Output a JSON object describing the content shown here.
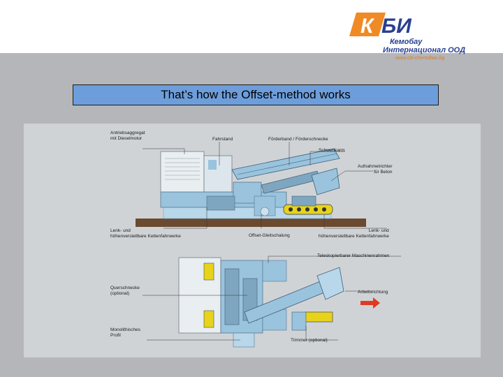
{
  "logo": {
    "brand": "КБИ",
    "line1": "Кемобау",
    "line2": "Интернационал ООД",
    "url": "www.cbi-chemobau.bg"
  },
  "title": "That’s how the Offset-method works",
  "side_view": {
    "labels": {
      "drive_unit_l1": "Antriebsaggregat",
      "drive_unit_l2": "mit Dieselmotor",
      "operator_stand": "Fahrstand",
      "conveyor": "Förderband / Förderschnecke",
      "swivel_arm": "Schwenkarm",
      "hopper_l1": "Aufnahmetrichter",
      "hopper_l2": "für Beton",
      "tracks_left_l1": "Lenk- und",
      "tracks_left_l2": "höhenverstellbare Kettenfahrwerke",
      "offset_mould": "Offset-Gleitschalung",
      "tracks_right_l1": "Lenk- und",
      "tracks_right_l2": "höhenverstellbare Kettenfahrwerke"
    }
  },
  "top_view": {
    "labels": {
      "frame": "Teleskopierbarer Maschinenrahmen",
      "cross_auger_l1": "Querschnecke",
      "cross_auger_l2": "(optional)",
      "direction": "Arbeitsrichtung",
      "profile_l1": "Monolithisches",
      "profile_l2": "Profil",
      "trimmer": "Trimmer (optional)"
    }
  },
  "colors": {
    "logo_orange": "#f08a24",
    "logo_blue": "#2a3f8f",
    "title_bar": "#6d9edb",
    "machine_blue": "#9ac3dd",
    "ground_brown": "#6b4a2f",
    "track_yellow": "#e7d31c",
    "direction_arrow": "#e03a22"
  }
}
